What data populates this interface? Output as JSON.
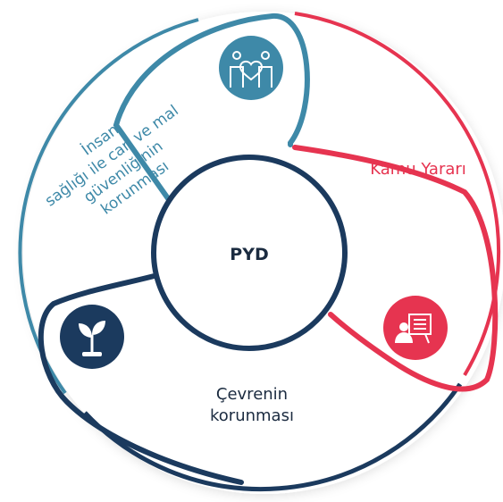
{
  "center": {
    "label": "PYD"
  },
  "segments": {
    "public_interest": {
      "label": "Kamu Yararı"
    },
    "environment": {
      "lines": [
        "Çevrenin",
        "korunması"
      ]
    },
    "human_safety": {
      "lines": [
        "İnsan",
        "sağlığı ile can ve mal",
        "güvenliğinin",
        "korunması"
      ]
    }
  },
  "colors": {
    "red": "#e63450",
    "blue": "#3e89a8",
    "navy": "#1b3a5e",
    "dark_text": "#1b2b40"
  },
  "icons": {
    "human_safety": "family-heart-icon",
    "public_interest": "presenter-board-icon",
    "environment": "plant-sprout-icon"
  }
}
